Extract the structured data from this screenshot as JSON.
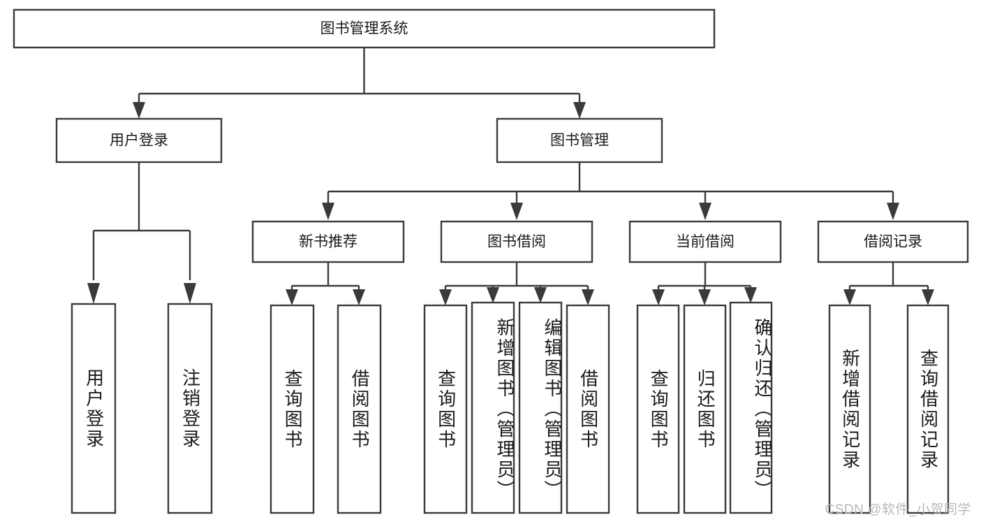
{
  "diagram": {
    "title_node": {
      "label": "图书管理系统"
    },
    "level2": [
      {
        "id": "user-login",
        "label": "用户登录"
      },
      {
        "id": "book-management",
        "label": "图书管理"
      }
    ],
    "level3": [
      {
        "id": "new-book-recommend",
        "label": "新书推荐"
      },
      {
        "id": "book-borrow",
        "label": "图书借阅"
      },
      {
        "id": "current-borrow",
        "label": "当前借阅"
      },
      {
        "id": "borrow-record",
        "label": "借阅记录"
      }
    ],
    "leaves": {
      "user_login": [
        {
          "id": "leaf-user-login",
          "label": "用户登录"
        },
        {
          "id": "leaf-logout-login",
          "label": "注销登录"
        }
      ],
      "new_book_recommend": [
        {
          "id": "leaf-query-book-1",
          "label": "查询图书"
        },
        {
          "id": "leaf-borrow-book-1",
          "label": "借阅图书"
        }
      ],
      "book_borrow": [
        {
          "id": "leaf-query-book-2",
          "label": "查询图书"
        },
        {
          "id": "leaf-add-book",
          "label": "新增图书（管理员）"
        },
        {
          "id": "leaf-edit-book",
          "label": "编辑图书（管理员）"
        },
        {
          "id": "leaf-borrow-book-2",
          "label": "借阅图书"
        }
      ],
      "current_borrow": [
        {
          "id": "leaf-query-book-3",
          "label": "查询图书"
        },
        {
          "id": "leaf-return-book",
          "label": "归还图书"
        },
        {
          "id": "leaf-confirm-return",
          "label": "确认归还（管理员）"
        }
      ],
      "borrow_record": [
        {
          "id": "leaf-add-record",
          "label": "新增借阅记录"
        },
        {
          "id": "leaf-query-record",
          "label": "查询借阅记录"
        }
      ]
    }
  },
  "watermark": {
    "text": "CSDN @软件_小贺同学"
  },
  "colors": {
    "box_stroke": "#3a3a3a",
    "box_fill": "#ffffff",
    "text": "#1a1a1a",
    "watermark": "#b9b9b9",
    "background": "#ffffff"
  }
}
